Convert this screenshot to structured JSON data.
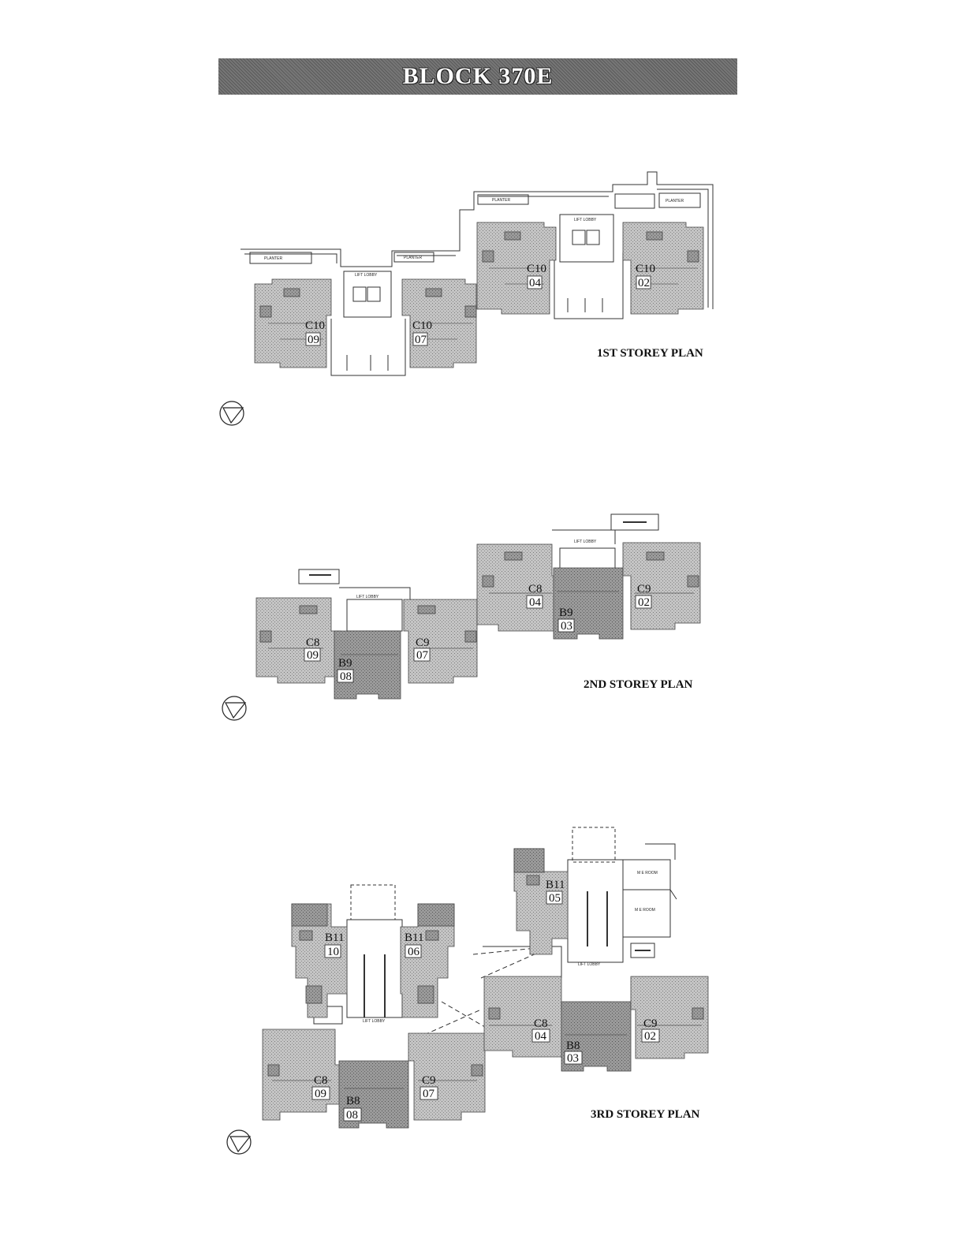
{
  "block_title": "BLOCK 370E",
  "colors": {
    "unit_fill": "#bcbcbc",
    "unit_dark": "#8a8a8a",
    "line": "#333333",
    "banner": "#6e6e6e"
  },
  "plans": [
    {
      "title": "1ST STOREY PLAN",
      "labels": {
        "planter": "PLANTER",
        "lift_lobby": "LIFT LOBBY"
      },
      "units": [
        {
          "type": "C10",
          "number": "09"
        },
        {
          "type": "C10",
          "number": "07"
        },
        {
          "type": "C10",
          "number": "04"
        },
        {
          "type": "C10",
          "number": "02"
        }
      ]
    },
    {
      "title": "2ND STOREY PLAN",
      "labels": {
        "lift_lobby": "LIFT LOBBY"
      },
      "units": [
        {
          "type": "C8",
          "number": "09"
        },
        {
          "type": "B9",
          "number": "08"
        },
        {
          "type": "C9",
          "number": "07"
        },
        {
          "type": "C8",
          "number": "04"
        },
        {
          "type": "B9",
          "number": "03"
        },
        {
          "type": "C9",
          "number": "02"
        }
      ]
    },
    {
      "title": "3RD STOREY PLAN",
      "labels": {
        "lift_lobby": "LIFT LOBBY",
        "me_room": "M E ROOM"
      },
      "units": [
        {
          "type": "B11",
          "number": "10"
        },
        {
          "type": "B11",
          "number": "06"
        },
        {
          "type": "B11",
          "number": "05"
        },
        {
          "type": "C8",
          "number": "09"
        },
        {
          "type": "B8",
          "number": "08"
        },
        {
          "type": "C9",
          "number": "07"
        },
        {
          "type": "C8",
          "number": "04"
        },
        {
          "type": "B8",
          "number": "03"
        },
        {
          "type": "C9",
          "number": "02"
        }
      ]
    }
  ]
}
